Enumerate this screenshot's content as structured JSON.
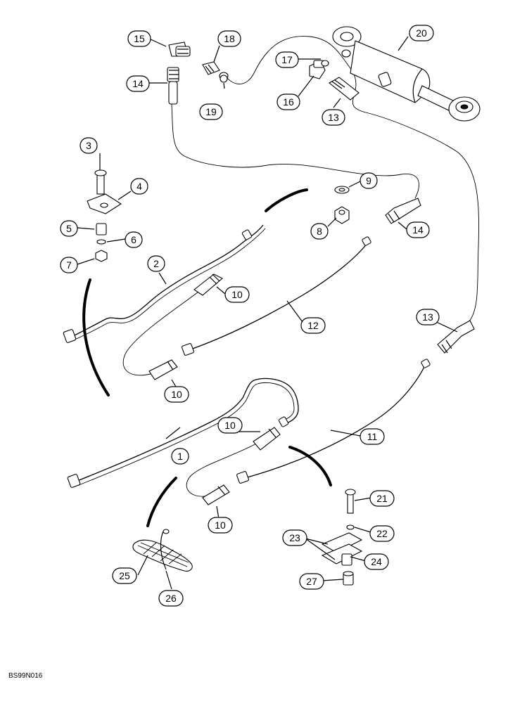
{
  "figure_ref": "BS99N016",
  "callouts": [
    {
      "id": "c15",
      "label": "15"
    },
    {
      "id": "c18",
      "label": "18"
    },
    {
      "id": "c20",
      "label": "20"
    },
    {
      "id": "c17",
      "label": "17"
    },
    {
      "id": "c14a",
      "label": "14"
    },
    {
      "id": "c16",
      "label": "16"
    },
    {
      "id": "c19",
      "label": "19"
    },
    {
      "id": "c13a",
      "label": "13"
    },
    {
      "id": "c3",
      "label": "3"
    },
    {
      "id": "c4",
      "label": "4"
    },
    {
      "id": "c9",
      "label": "9"
    },
    {
      "id": "c5",
      "label": "5"
    },
    {
      "id": "c6",
      "label": "6"
    },
    {
      "id": "c8",
      "label": "8"
    },
    {
      "id": "c14b",
      "label": "14"
    },
    {
      "id": "c7",
      "label": "7"
    },
    {
      "id": "c2",
      "label": "2"
    },
    {
      "id": "c10a",
      "label": "10"
    },
    {
      "id": "c12",
      "label": "12"
    },
    {
      "id": "c13b",
      "label": "13"
    },
    {
      "id": "c10b",
      "label": "10"
    },
    {
      "id": "c10c",
      "label": "10"
    },
    {
      "id": "c11",
      "label": "11"
    },
    {
      "id": "c1",
      "label": "1"
    },
    {
      "id": "c21",
      "label": "21"
    },
    {
      "id": "c10d",
      "label": "10"
    },
    {
      "id": "c22",
      "label": "22"
    },
    {
      "id": "c23",
      "label": "23"
    },
    {
      "id": "c24",
      "label": "24"
    },
    {
      "id": "c25",
      "label": "25"
    },
    {
      "id": "c27",
      "label": "27"
    },
    {
      "id": "c26",
      "label": "26"
    }
  ]
}
